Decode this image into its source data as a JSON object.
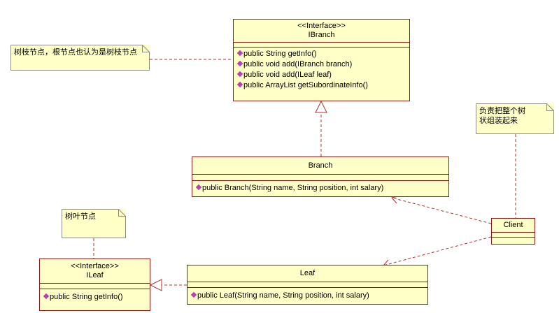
{
  "ibranch": {
    "stereotype": "<<Interface>>",
    "name": "IBranch",
    "operations": [
      "public String getInfo()",
      "public void add(IBranch branch)",
      "public void add(ILeaf leaf)",
      "public ArrayList getSubordinateInfo()"
    ]
  },
  "branch": {
    "name": "Branch",
    "operations": [
      "public Branch(String name, String position, int salary)"
    ]
  },
  "ileaf": {
    "stereotype": "<<Interface>>",
    "name": "ILeaf",
    "operations": [
      "public String getInfo()"
    ]
  },
  "leaf": {
    "name": "Leaf",
    "operations": [
      "public Leaf(String name, String position, int salary)"
    ]
  },
  "client": {
    "name": "Client"
  },
  "notes": {
    "branch_note": "树枝节点，根节点也认为是树枝节点",
    "client_note": "负责把整个树状组装起来",
    "leaf_note": "树叶节点"
  },
  "colors": {
    "class_fill": "#ffffc8",
    "class_border": "#8a1b1b",
    "line": "#b03030",
    "operation_marker": "#b542b0"
  }
}
